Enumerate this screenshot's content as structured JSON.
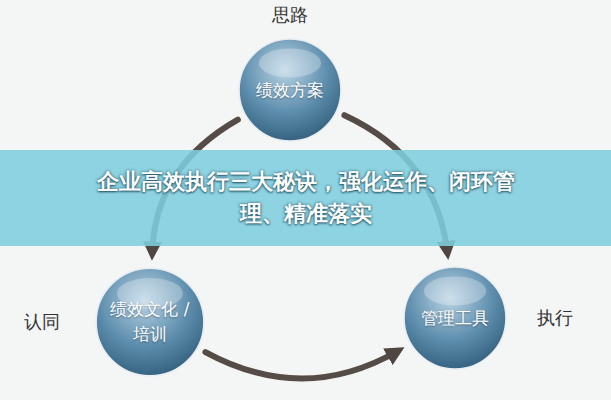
{
  "diagram": {
    "title": "企业高效执行三大秘诀，强化运作、闭环管理、精准落实",
    "nodes": [
      {
        "text": [
          "绩效方案"
        ]
      },
      {
        "text": [
          "绩效文化 /培训"
        ]
      },
      {
        "text": [
          "管理工具"
        ]
      }
    ],
    "edges": [
      {
        "from": 0,
        "to": 1,
        "arrow": "to"
      },
      {
        "from": 1,
        "to": 2,
        "arrow": "to"
      },
      {
        "from": 0,
        "to": 2,
        "arrow": "to"
      }
    ],
    "labels": [
      "思路",
      "认同",
      "执行"
    ]
  }
}
